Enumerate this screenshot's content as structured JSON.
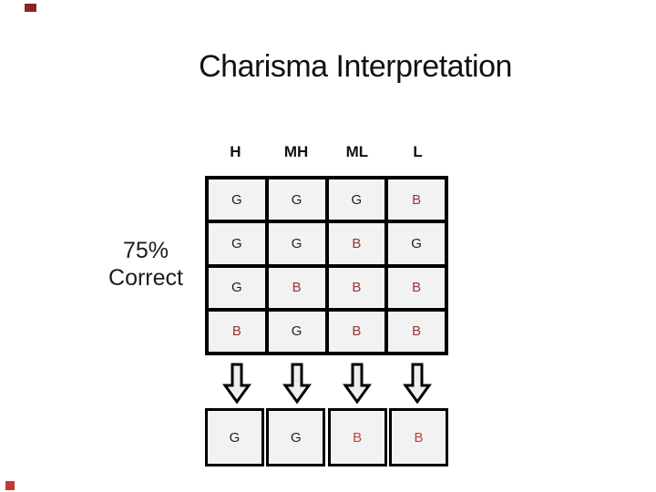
{
  "slide": {
    "title": "Charisma Interpretation",
    "side_label": {
      "line1": "75%",
      "line2": "Correct"
    },
    "column_headers": [
      "H",
      "MH",
      "ML",
      "L"
    ],
    "grid_rows": [
      [
        "G",
        "G",
        "G",
        "B"
      ],
      [
        "G",
        "G",
        "B",
        "G"
      ],
      [
        "G",
        "B",
        "B",
        "B"
      ],
      [
        "B",
        "G",
        "B",
        "B"
      ]
    ],
    "result_row": [
      "G",
      "G",
      "B",
      "B"
    ],
    "icons": {
      "down_arrow": "block-down-arrow"
    },
    "colors": {
      "title_text": "#111111",
      "letter_good": "#1f1f1f",
      "letter_bad_grid": "#9a3434",
      "letter_bad_result": "#c2403a",
      "cell_background": "#f2f2f2",
      "table_border": "#000000",
      "corner_mark_top": "#8b2525",
      "corner_mark_bottom": "#c03a33"
    }
  }
}
